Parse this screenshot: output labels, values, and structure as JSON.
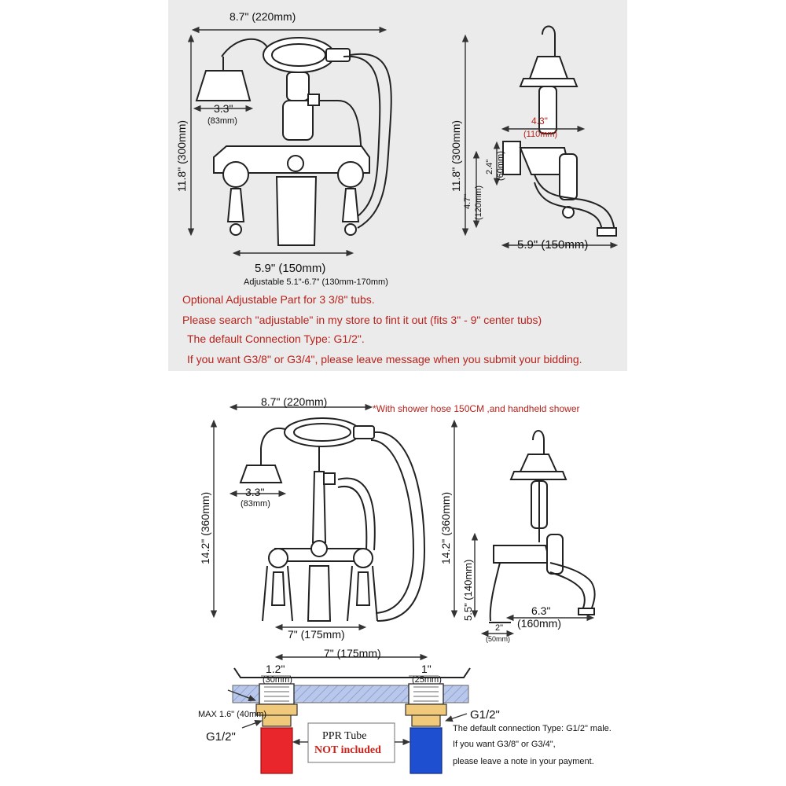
{
  "top_panel": {
    "front_view": {
      "width_dim": "8.7\" (220mm)",
      "height_dim": "11.8\" (300mm)",
      "head_dim_in": "3.3\"",
      "head_dim_mm": "(83mm)",
      "center_dim": "5.9\" (150mm)",
      "adjustable_note": "Adjustable 5.1\"-6.7\" (130mm-170mm)"
    },
    "side_view": {
      "height_dim": "11.8\" (300mm)",
      "reach_in": "4.3\"",
      "reach_mm": "(110mm)",
      "dim_24_in": "2.4\"",
      "dim_24_mm": "(60mm)",
      "dim_47_in": "4.7\"",
      "dim_47_mm": "(120mm)",
      "spout_dim": "5.9\" (150mm)"
    },
    "notes": [
      "Optional Adjustable Part for 3 3/8\" tubs.",
      "Please search \"adjustable\" in my store to fint it out (fits 3\" - 9\" center tubs)",
      "The default Connection Type: G1/2\".",
      "If you want G3/8\" or G3/4\", please leave message when you submit your bidding."
    ]
  },
  "bottom_panel": {
    "front_view": {
      "width_dim": "8.7\" (220mm)",
      "hose_note": "*With shower hose 150CM ,and handheld shower",
      "height_dim": "14.2\" (360mm)",
      "head_dim_in": "3.3\"",
      "head_dim_mm": "(83mm)",
      "center_dim": "7\" (175mm)"
    },
    "side_view": {
      "height_dim": "14.2\" (360mm)",
      "dim_55": "5.5\" (140mm)",
      "spout_in": "6.3\"",
      "spout_mm": "(160mm)",
      "base_in": "2\"",
      "base_mm": "(50mm)"
    },
    "install": {
      "center_dim": "7\" (175mm)",
      "left_in": "1.2\"",
      "left_mm": "(30mm)",
      "right_in": "1\"",
      "right_mm": "(25mm)",
      "max_thickness": "MAX 1.6\" (40mm)",
      "left_thread": "G1/2\"",
      "right_thread": "G1/2\"",
      "ppr_label": "PPR Tube",
      "ppr_note": "NOT included",
      "connection_lines": [
        "The default connection Type: G1/2\" male.",
        "If you want G3/8\" or G3/4\",",
        "please leave a note in your payment."
      ]
    }
  },
  "colors": {
    "top_panel_bg": "#ebebeb",
    "note_red": "#b8221b",
    "hot_pipe": "#e8262b",
    "cold_pipe": "#1f4fd1",
    "fitting_gold": "#f0c97a",
    "deck_fill": "#b9c8ea"
  }
}
